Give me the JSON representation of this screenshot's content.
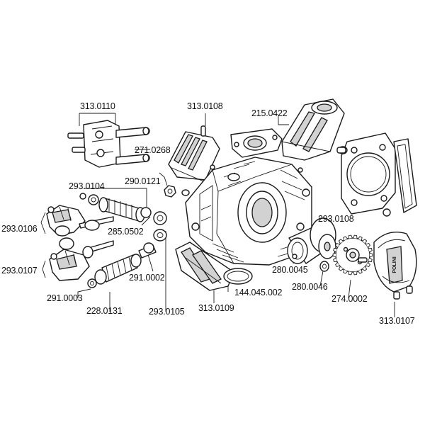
{
  "labels": {
    "p313_0110": "313.0110",
    "p313_0108": "313.0108",
    "p215_0422": "215.0422",
    "p271_0268": "271.0268",
    "p290_0121": "290.0121",
    "p293_0104": "293.0104",
    "p293_0106": "293.0106",
    "p285_0502": "285.0502",
    "p293_0108": "293.0108",
    "p293_0107": "293.0107",
    "p291_0002": "291.0002",
    "p280_0045": "280.0045",
    "p280_0046": "280.0046",
    "p274_0002": "274.0002",
    "p291_0003": "291.0003",
    "p228_0131": "228.0131",
    "p293_0105": "293.0105",
    "p313_0109": "313.0109",
    "p144_045_002": "144.045.002",
    "p313_0107": "313.0107"
  },
  "cover_text": "POLINI"
}
